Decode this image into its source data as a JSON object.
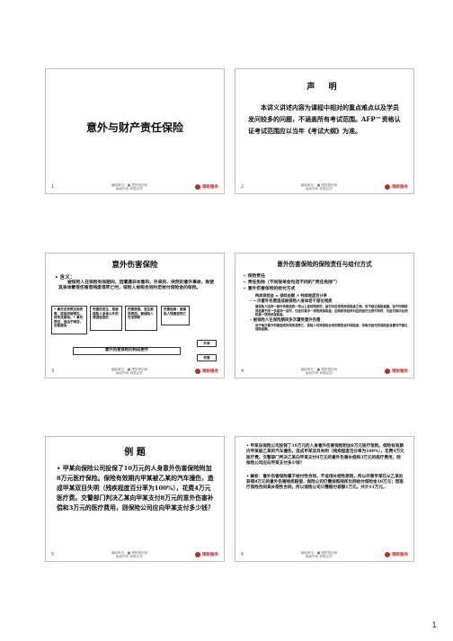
{
  "footer": {
    "copyright_line1": "编制单位：■ 理财规划师",
    "copyright_line2": "版权所有 转载必究",
    "logo_text": "理财服务"
  },
  "slide1": {
    "num": "1",
    "title": "意外与财产责任保险"
  },
  "slide2": {
    "num": "2",
    "title": "声 明",
    "body": "本讲义讲述内容为课程中相对的重点难点以及学员发问较多的问题，不涵盖所有考试范围。AFP™资格认证考试范围应以当年《考试大纲》为准。"
  },
  "slide3": {
    "num": "3",
    "title": "意外伤害保险",
    "bullet": "• 含义：",
    "definition": "被保险人在保险有效期间，因遭遇非本意的、外来的、突然的意外事故，致使其身体蒙受伤害而残废或死亡时，保险人依照合同约定给付保险金的保险。",
    "boxes": [
      "• 事先没有预见到伤害，或虽然能预见，却无法避免；• 事先预见，但由于疏忽，没能避免",
      "伤害的发生，是被保险人身体以外的原因造成的",
      "伤害原因、发生都很突然，被保险人无法预防",
      "伤害结果：被保险人残废或死亡"
    ],
    "label_external": "外来",
    "label_injury": "伤害",
    "caption": "意外伤害保险的构成要件"
  },
  "slide4": {
    "num": "4",
    "title": "意外伤害保险的保险责任与给付方式",
    "items": [
      "保险责任",
      "责任免除（不同保单会包括不同的“责任免除”）",
      "意外伤害保险的给付方式"
    ],
    "formula": "残疾保险金 = 保险金额 × 残疾程度百分率",
    "sub1": "一次意外伤害造成被保险人身体若干部位残疾",
    "sub1_detail": "被保险人因同一意外伤害造成一项以上身体残疾时，给付对应项残疾保险金之和，但不超过保险金额。如不同残疾项目属于同一手或同一足时，仅给付其中一项残疾保险金；如残疾项目所对应的给付比例不同时，仅给付其中比例较高一项残疾保险金。",
    "sub2": "被保险人在保险期间多次遭受意外伤害",
    "sub2_detail": "对于每次意外伤害造成的残疾或死亡，保险人均按保险合同的规定给付保险金，但每次给付的保险金总额均不超过保险金额。"
  },
  "slide5": {
    "num": "5",
    "title": "例 题",
    "body": "• 甲某向保险公司投保了10万元的人身意外伤害保险附加8万元医疗保险。保险有效期内甲某被乙某的汽车撞伤，造成甲某双目失明（残疾程度百分率为100%），花费4万元医疗费。交警部门判决乙某向甲某支付8万元的意外伤害补偿和3万元的医疗费用，则保险公司应向甲某支付多少钱？"
  },
  "slide6": {
    "num": "6",
    "question": "• 甲某向保险公司投保了10万元的人身意外伤害保险附加8万元医疗保险。保险有效期内甲某被乙某的汽车撞伤，造成甲某双目失明（残疾程度百分率为100%），花费4万元医疗费。交警部门判决乙某向甲某支付8万元的意外伤害补偿和3万元的医疗费用，则保险公司应向甲某支付多少钱？",
    "answer": "• 解析：意外伤害保险属于给付性合同，不适用补偿性原则，所以尽管甲某已从乙某处获得8万元的意外伤害残疾赔偿，保险公司仍需按照残疾比例给付保险金10万元；而医疗保险合同具补偿性合同，所以保险公司只需赔付差额1万元。共计11万元。"
  },
  "page_number": "1"
}
